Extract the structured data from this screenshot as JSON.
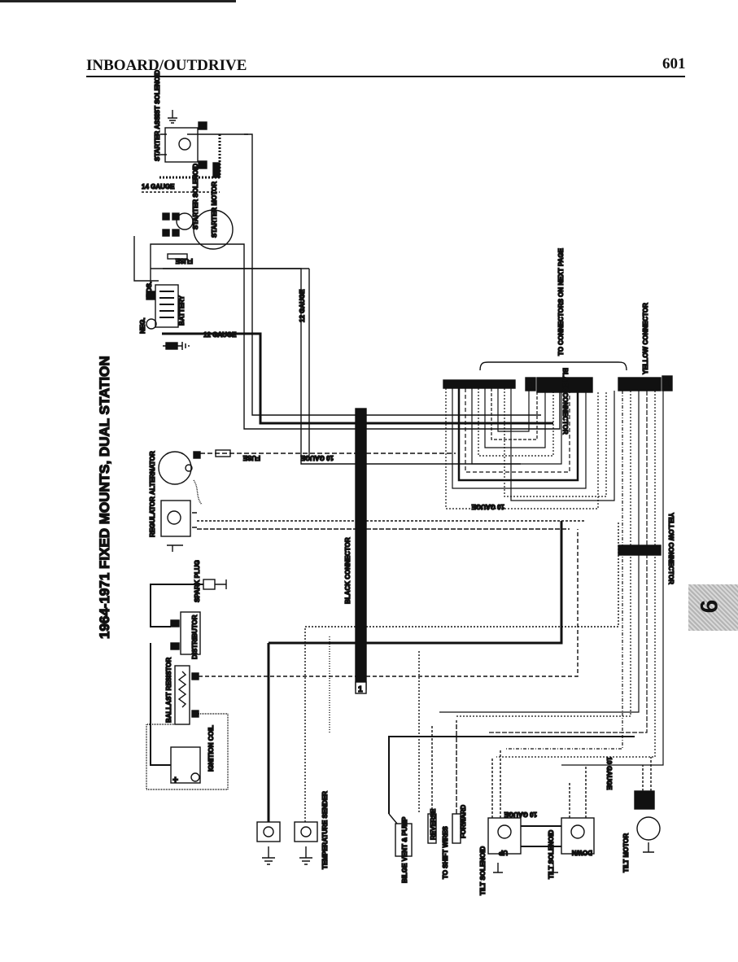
{
  "header": {
    "section": "INBOARD/OUTDRIVE",
    "page_number": "601"
  },
  "diagram": {
    "title": "1964-1971 FIXED MOUNTS, DUAL STATION",
    "labels": {
      "starter_assist_solenoid": "STARTER ASSIST SOLENOID",
      "gauge_14": "14 GAUGE",
      "starter_solenoid": "STARTER SOLENOID",
      "starter_motor": "STARTER MOTOR",
      "fuse": "FUSE",
      "neg": "NEG.",
      "pos": "POS.",
      "battery": "BATTERY",
      "gauge_12_a": "12 GAUGE",
      "gauge_12_b": "12 GAUGE",
      "to_connectors": "TO CONNECTORS ON NEXT PAGE",
      "black_connector_top": "BLACK CONNECTOR",
      "yellow_connector_top": "YELLOW CONNECTOR",
      "connector_num_1": "1",
      "connector_num_2": "1",
      "connector_num_3": "1",
      "alternator": "ALTERNATOR",
      "fuse_alt": "FUSE",
      "gauge_10_a": "10 GAUGE",
      "gauge_10_b": "10 GAUGE",
      "regulator": "REGULATOR",
      "yellow_connector_right": "YELLOW CONNECTOR",
      "spark_plug": "SPARK PLUG",
      "black_connector_mid": "BLACK CONNECTOR",
      "distributor": "DISTRIBUTOR",
      "ballast_resistor": "BALLAST RESISTOR",
      "ignition_coil": "IGNITION COIL",
      "temperature_sender": "TEMPERATURE SENDER",
      "bilge_vent": "BILGE VENT & PUMP",
      "reverse": "REVERSE",
      "forward": "FORWARD",
      "to_shift_wires": "TO SHIFT WIRES",
      "tilt_solenoid_up": "TILT SOLENOID",
      "up": "UP",
      "gauge_10_c": "10 GAUGE",
      "tilt_solenoid_down": "TILT SOLENOID",
      "down": "DOWN",
      "gauge_10_d": "10 GAUGE",
      "tilt_motor": "TILT MOTOR"
    }
  },
  "side_tab": {
    "chapter": "6"
  }
}
